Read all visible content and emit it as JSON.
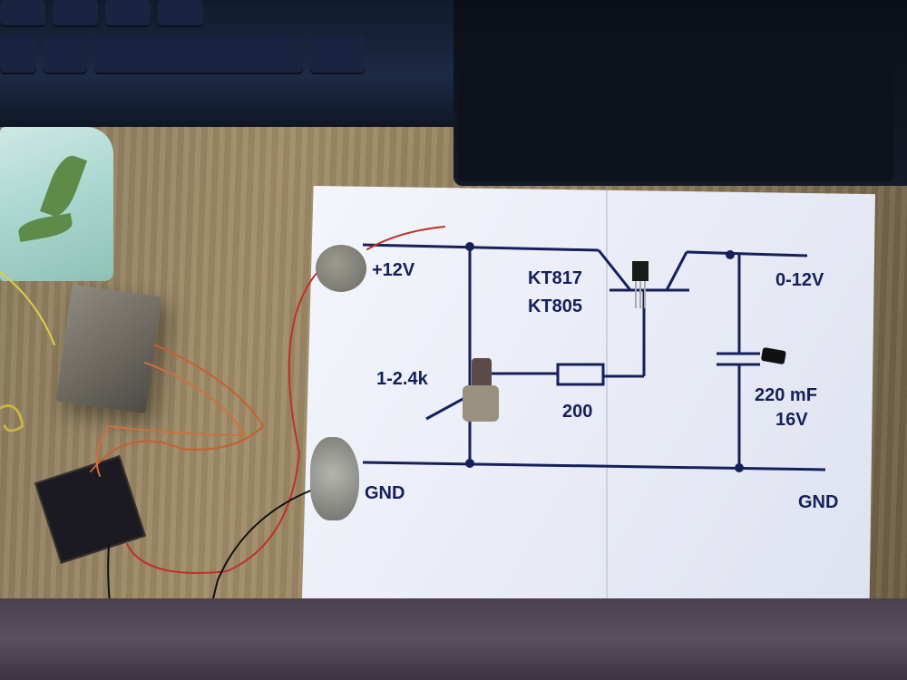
{
  "scene": {
    "description": "Photo of a printed variable power supply schematic on a desk with real components placed on it",
    "objects": [
      "keyboard",
      "monitor",
      "plastic-bag",
      "transformer",
      "rectifier-pcb",
      "rock-weight",
      "printed-schematic"
    ]
  },
  "schematic": {
    "input_label": "+12V",
    "transistor_label_1": "KT817",
    "transistor_label_2": "KT805",
    "potentiometer_label": "1-2.4k",
    "resistor_label": "200",
    "output_label": "0-12V",
    "capacitor_label": "220 mF",
    "capacitor_voltage": "16V",
    "gnd_left": "GND",
    "gnd_right": "GND"
  },
  "colors": {
    "ink": "#15205a",
    "paper": "#eef0f8",
    "desk": "#9a8764",
    "red_wire": "#c0302a",
    "black_wire": "#111111",
    "orange_wire": "#c8602e"
  }
}
